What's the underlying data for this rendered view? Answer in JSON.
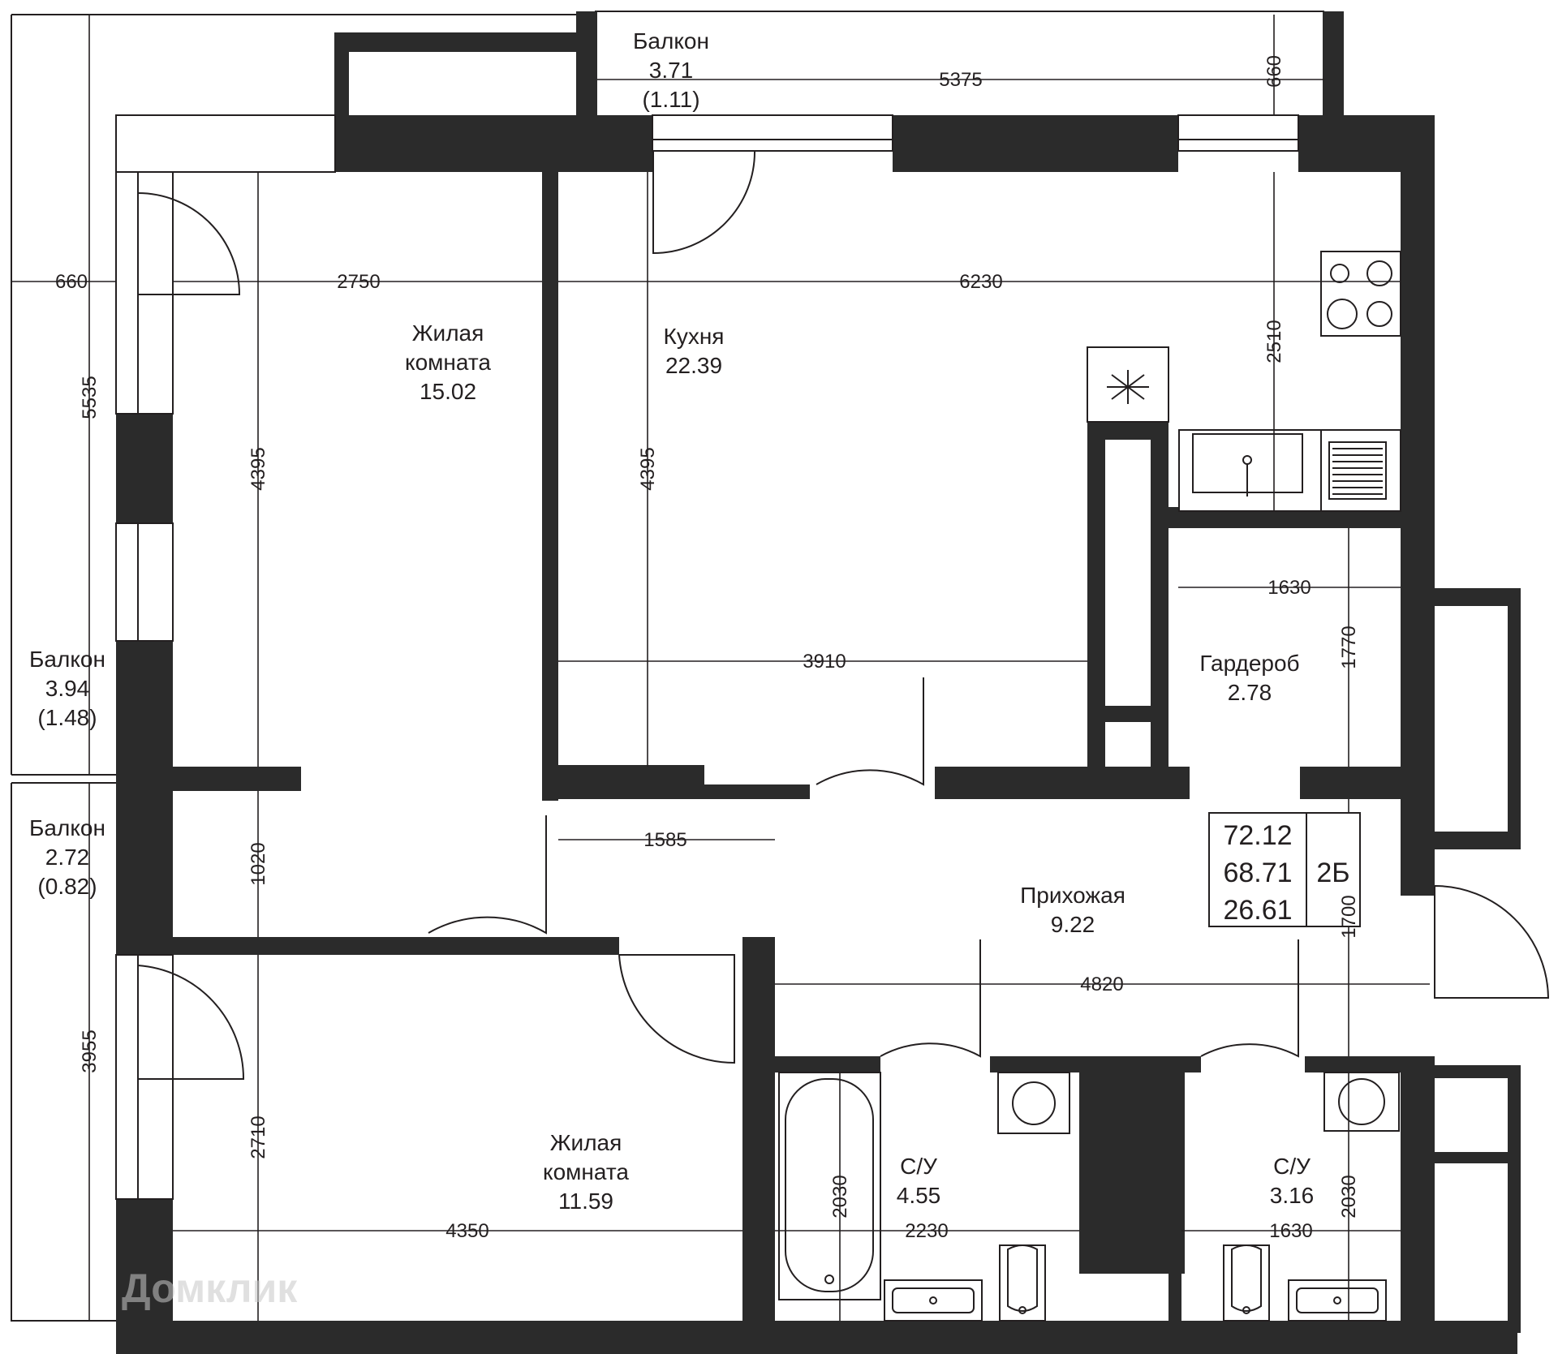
{
  "rooms": {
    "living1": {
      "name_l1": "Жилая",
      "name_l2": "комната",
      "area": "15.02"
    },
    "kitchen": {
      "name": "Кухня",
      "area": "22.39"
    },
    "wardrobe": {
      "name": "Гардероб",
      "area": "2.78"
    },
    "hallway": {
      "name": "Прихожая",
      "area": "9.22"
    },
    "living2": {
      "name_l1": "Жилая",
      "name_l2": "комната",
      "area": "11.59"
    },
    "bath1": {
      "name": "С/У",
      "area": "4.55"
    },
    "bath2": {
      "name": "С/У",
      "area": "3.16"
    },
    "balcony_top": {
      "name": "Балкон",
      "area": "3.71",
      "area_reduced": "(1.11)"
    },
    "balcony_left1": {
      "name": "Балкон",
      "area": "3.94",
      "area_reduced": "(1.48)"
    },
    "balcony_left2": {
      "name": "Балкон",
      "area": "2.72",
      "area_reduced": "(0.82)"
    }
  },
  "summary": {
    "total_area": "72.12",
    "living_area": "68.71",
    "other_area": "26.61",
    "type": "2Б"
  },
  "dimensions": {
    "d5375": "5375",
    "d660_top": "660",
    "d660_left": "660",
    "d2750": "2750",
    "d6230": "6230",
    "d2510": "2510",
    "d5535": "5535",
    "d4395_a": "4395",
    "d4395_b": "4395",
    "d1630_a": "1630",
    "d1770": "1770",
    "d3910": "3910",
    "d1585": "1585",
    "d1020": "1020",
    "d1700": "1700",
    "d4820": "4820",
    "d3955": "3955",
    "d2710": "2710",
    "d4350": "4350",
    "d2030_a": "2030",
    "d2230": "2230",
    "d2030_b": "2030",
    "d1630_b": "1630"
  },
  "watermark": "Домклик"
}
